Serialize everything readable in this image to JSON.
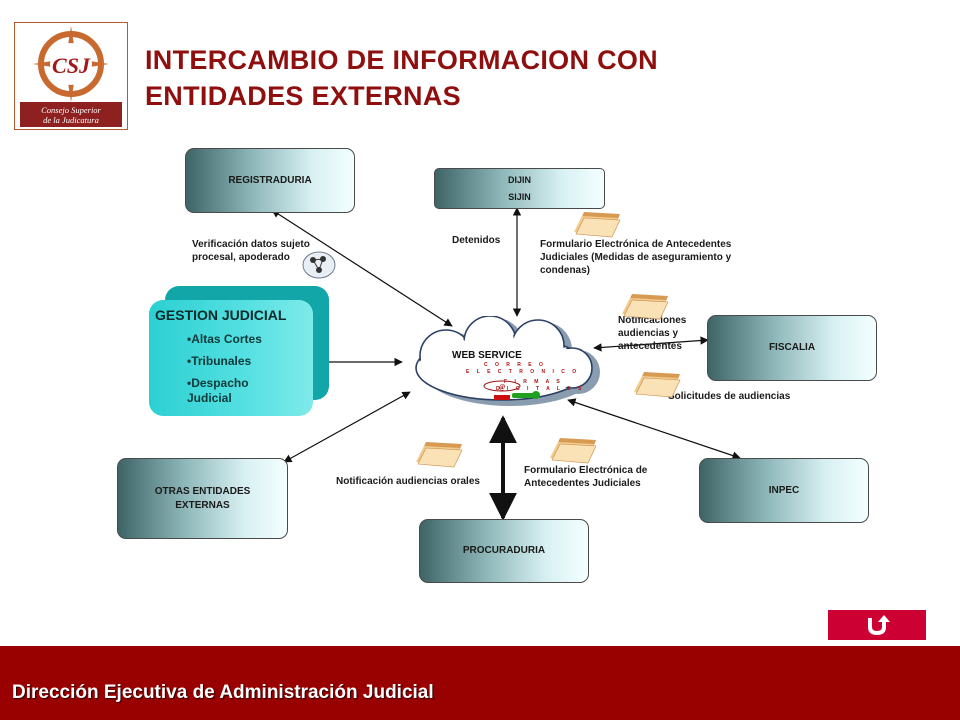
{
  "header": {
    "logo_initials": "CSJ",
    "logo_text": "Consejo Superior de la Judicatura",
    "title_line1": "INTERCAMBIO DE INFORMACION CON",
    "title_line2": "ENTIDADES EXTERNAS"
  },
  "entities": {
    "registraduria": "REGISTRADURIA",
    "dijin": "DIJIN",
    "sijin": "SIJIN",
    "fiscalia": "FISCALIA",
    "inpec": "INPEC",
    "procuraduria": "PROCURADURIA",
    "otras_line1": "OTRAS ENTIDADES",
    "otras_line2": "EXTERNAS"
  },
  "gestion_judicial": {
    "title": "GESTION JUDICIAL",
    "items": [
      "Altas Cortes",
      "Tribunales",
      "Despacho Judicial"
    ]
  },
  "web_service": {
    "label": "WEB SERVICE",
    "correo_line1": "C O R R E O",
    "correo_line2": "E L E C T R O N I C O",
    "firmas_line1": "F I R M A S",
    "firmas_line2": "D I G I T A L E S"
  },
  "labels": {
    "verificacion": "Verificación datos sujeto procesal, apoderado",
    "detenidos": "Detenidos",
    "formulario_medidas": "Formulario Electrónica de Antecedentes Judiciales (Medidas de aseguramiento y condenas)",
    "notificaciones": "Notificaciones audiencias y antecedentes",
    "solicitudes": "Solicitudes de audiencias",
    "notificacion_orales": "Notificación audiencias orales",
    "formulario_antecedentes": "Formulario Electrónica de Antecedentes Judiciales"
  },
  "footer": {
    "text": "Dirección Ejecutiva de Administración Judicial"
  },
  "colors": {
    "title": "#8f0f0f",
    "footer": "#990000",
    "return_button": "#cc0033",
    "gestion": "#2cd0d2"
  },
  "icons": {
    "return": "u-turn-arrow-icon",
    "folder": "document-stack-icon",
    "people": "people-network-icon"
  }
}
